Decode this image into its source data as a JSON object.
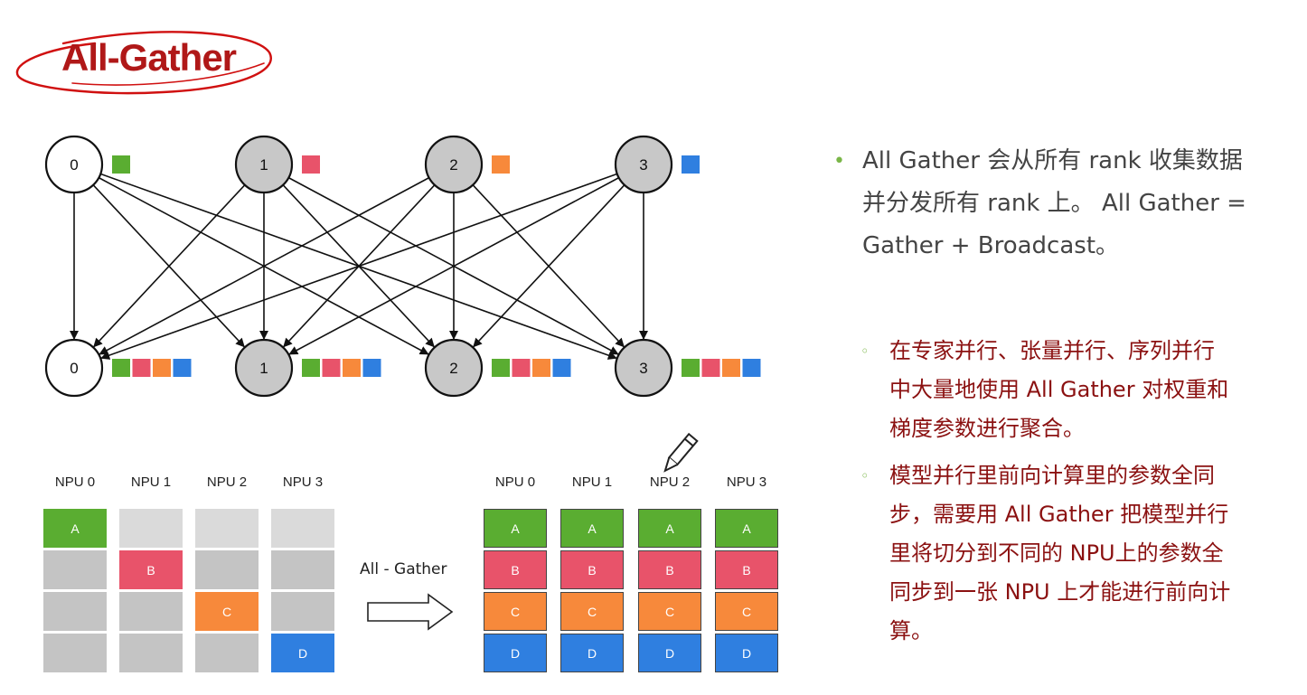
{
  "title": "All-Gather",
  "colors": {
    "green": "#5aad31",
    "red": "#e8536a",
    "orange": "#f7893b",
    "blue": "#2f7fe0",
    "gray": "#c4c4c4",
    "light_gray": "#dadada",
    "node_gray": "#c8c8c8",
    "title_red": "#b01818",
    "sub_text": "#8b1111",
    "bullet_green": "#7ab648"
  },
  "graph": {
    "top_nodes": [
      {
        "label": "0",
        "gray": false,
        "chunk": "green"
      },
      {
        "label": "1",
        "gray": true,
        "chunk": "red"
      },
      {
        "label": "2",
        "gray": true,
        "chunk": "orange"
      },
      {
        "label": "3",
        "gray": true,
        "chunk": "blue"
      }
    ],
    "bottom_nodes": [
      {
        "label": "0",
        "gray": false,
        "chunks": [
          "green",
          "red",
          "orange",
          "blue"
        ]
      },
      {
        "label": "1",
        "gray": true,
        "chunks": [
          "green",
          "red",
          "orange",
          "blue"
        ]
      },
      {
        "label": "2",
        "gray": true,
        "chunks": [
          "green",
          "red",
          "orange",
          "blue"
        ]
      },
      {
        "label": "3",
        "gray": true,
        "chunks": [
          "green",
          "red",
          "orange",
          "blue"
        ]
      }
    ]
  },
  "before": {
    "headers": [
      "NPU 0",
      "NPU 1",
      "NPU 2",
      "NPU 3"
    ],
    "grid": [
      [
        {
          "t": "A",
          "c": "green"
        },
        {
          "t": "",
          "c": "light_gray"
        },
        {
          "t": "",
          "c": "light_gray"
        },
        {
          "t": "",
          "c": "light_gray"
        }
      ],
      [
        {
          "t": "",
          "c": "gray"
        },
        {
          "t": "B",
          "c": "red"
        },
        {
          "t": "",
          "c": "gray"
        },
        {
          "t": "",
          "c": "gray"
        }
      ],
      [
        {
          "t": "",
          "c": "gray"
        },
        {
          "t": "",
          "c": "gray"
        },
        {
          "t": "C",
          "c": "orange"
        },
        {
          "t": "",
          "c": "gray"
        }
      ],
      [
        {
          "t": "",
          "c": "gray"
        },
        {
          "t": "",
          "c": "gray"
        },
        {
          "t": "",
          "c": "gray"
        },
        {
          "t": "D",
          "c": "blue"
        }
      ]
    ]
  },
  "operation_label": "All - Gather",
  "after": {
    "headers": [
      "NPU 0",
      "NPU 1",
      "NPU 2",
      "NPU 3"
    ],
    "rows": [
      {
        "t": "A",
        "c": "green"
      },
      {
        "t": "B",
        "c": "red"
      },
      {
        "t": "C",
        "c": "orange"
      },
      {
        "t": "D",
        "c": "blue"
      }
    ]
  },
  "bullets": {
    "main_lines": [
      "All Gather 会从所有 rank 收集数据",
      "并分发所有 rank 上。 All Gather =",
      "Gather + Broadcast。"
    ],
    "sub_marker": "◦",
    "sub1_lines": [
      "在专家并行、张量并行、序列并行",
      "中大量地使用 All Gather 对权重和",
      "梯度参数进行聚合。"
    ],
    "sub2_lines": [
      "模型并行里前向计算里的参数全同",
      "步，需要用 All Gather 把模型并行",
      "里将切分到不同的 NPU上的参数全",
      "同步到一张 NPU 上才能进行前向计",
      "算。"
    ]
  }
}
